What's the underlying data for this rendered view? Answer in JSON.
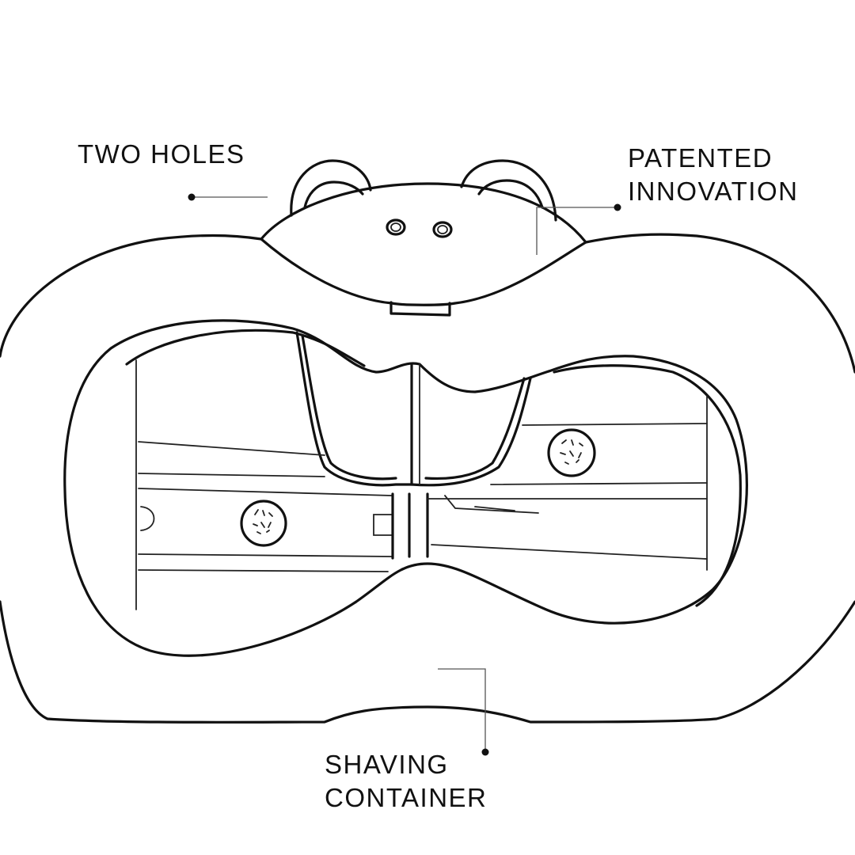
{
  "labels": {
    "two_holes": "TWO HOLES",
    "patented_line1": "PATENTED",
    "patented_line2": "INNOVATION",
    "shaving_line1": "SHAVING",
    "shaving_line2": "CONTAINER"
  },
  "colors": {
    "ink": "#111111",
    "background": "#ffffff"
  }
}
